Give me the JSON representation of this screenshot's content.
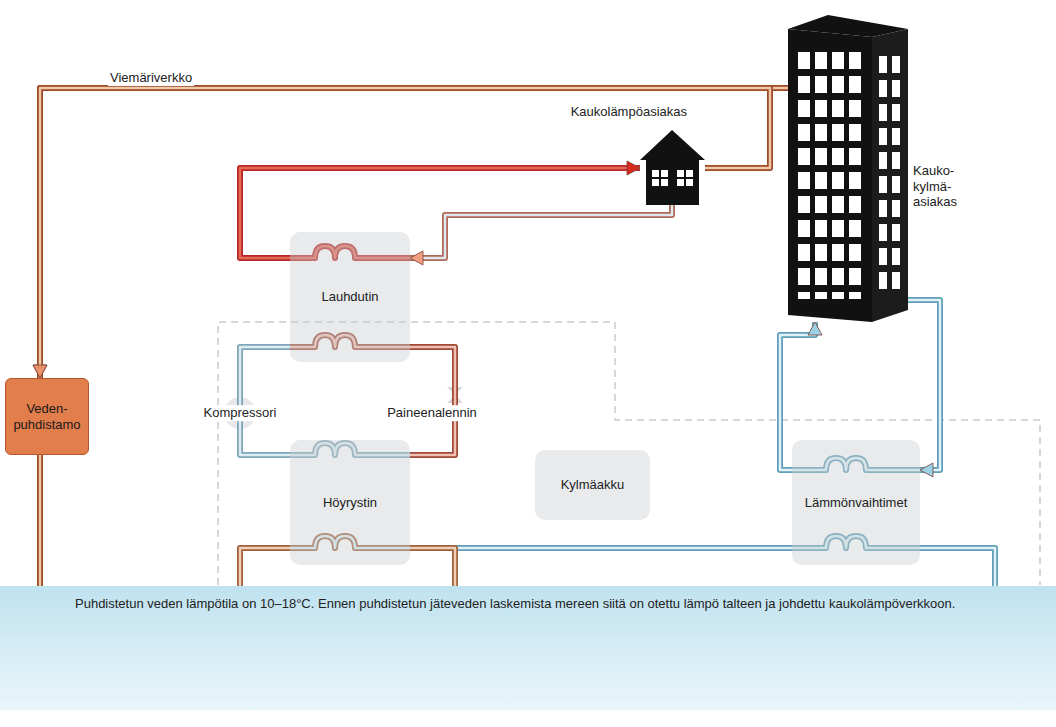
{
  "diagram": {
    "nodes": [
      {
        "text": [
          "Kaukolämpöasiakas"
        ]
      },
      {
        "text": [
          "Kauko- kylmä- asiakas"
        ]
      },
      {
        "text": [
          "Lauhdutin"
        ]
      },
      {
        "text": [
          "Veden- puhdistamo"
        ]
      },
      {
        "text": [
          "Höyrystin"
        ]
      },
      {
        "text": [
          "Kylmäakku"
        ]
      },
      {
        "text": [
          "Lämmönvaihtimet"
        ]
      },
      {
        "text": [
          "Puhdistetun veden lämpötila on 10–18°C. Ennen puhdistetun jäteveden laskemista mereen siitä on otettu lämpö talteen ja johdettu kaukolämpöverkkoon."
        ]
      }
    ],
    "edges": [
      {
        "from": 1,
        "to": 3,
        "arrow": "to",
        "label": "Viemäriverkko"
      },
      {
        "from": 0,
        "to": 3,
        "arrow": "to"
      },
      {
        "from": 2,
        "to": 0,
        "arrow": "to"
      },
      {
        "from": 0,
        "to": 2,
        "arrow": "to"
      },
      {
        "from": 4,
        "to": 2,
        "arrow": "none"
      },
      {
        "from": 2,
        "to": 4,
        "arrow": "none"
      },
      {
        "from": 1,
        "to": 6,
        "arrow": "to"
      },
      {
        "from": 6,
        "to": 1,
        "arrow": "to"
      },
      {
        "from": 3,
        "to": 7,
        "arrow": "none"
      },
      {
        "from": 7,
        "to": 4,
        "arrow": "none"
      },
      {
        "from": 4,
        "to": 6,
        "arrow": "none"
      },
      {
        "from": 4,
        "to": 7,
        "arrow": "none"
      },
      {
        "from": 6,
        "to": 7,
        "arrow": "none"
      }
    ],
    "labels": [
      "Kompressori",
      "Paineenalennin"
    ]
  }
}
